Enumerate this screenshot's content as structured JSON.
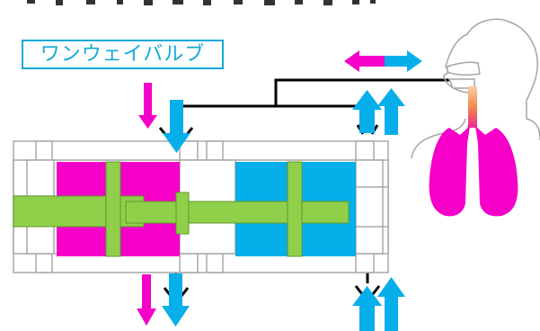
{
  "diagram": {
    "label": "ワンウェイバルブ",
    "colors": {
      "magenta": "#f500c8",
      "cyan": "#06aeea",
      "green": "#8fcf4a",
      "outline": "#a8a8a8",
      "line": "#000000"
    },
    "components": [
      "one-way-valve",
      "magenta-chamber",
      "cyan-chamber",
      "green-piston-rod",
      "human-respiratory-system"
    ]
  }
}
